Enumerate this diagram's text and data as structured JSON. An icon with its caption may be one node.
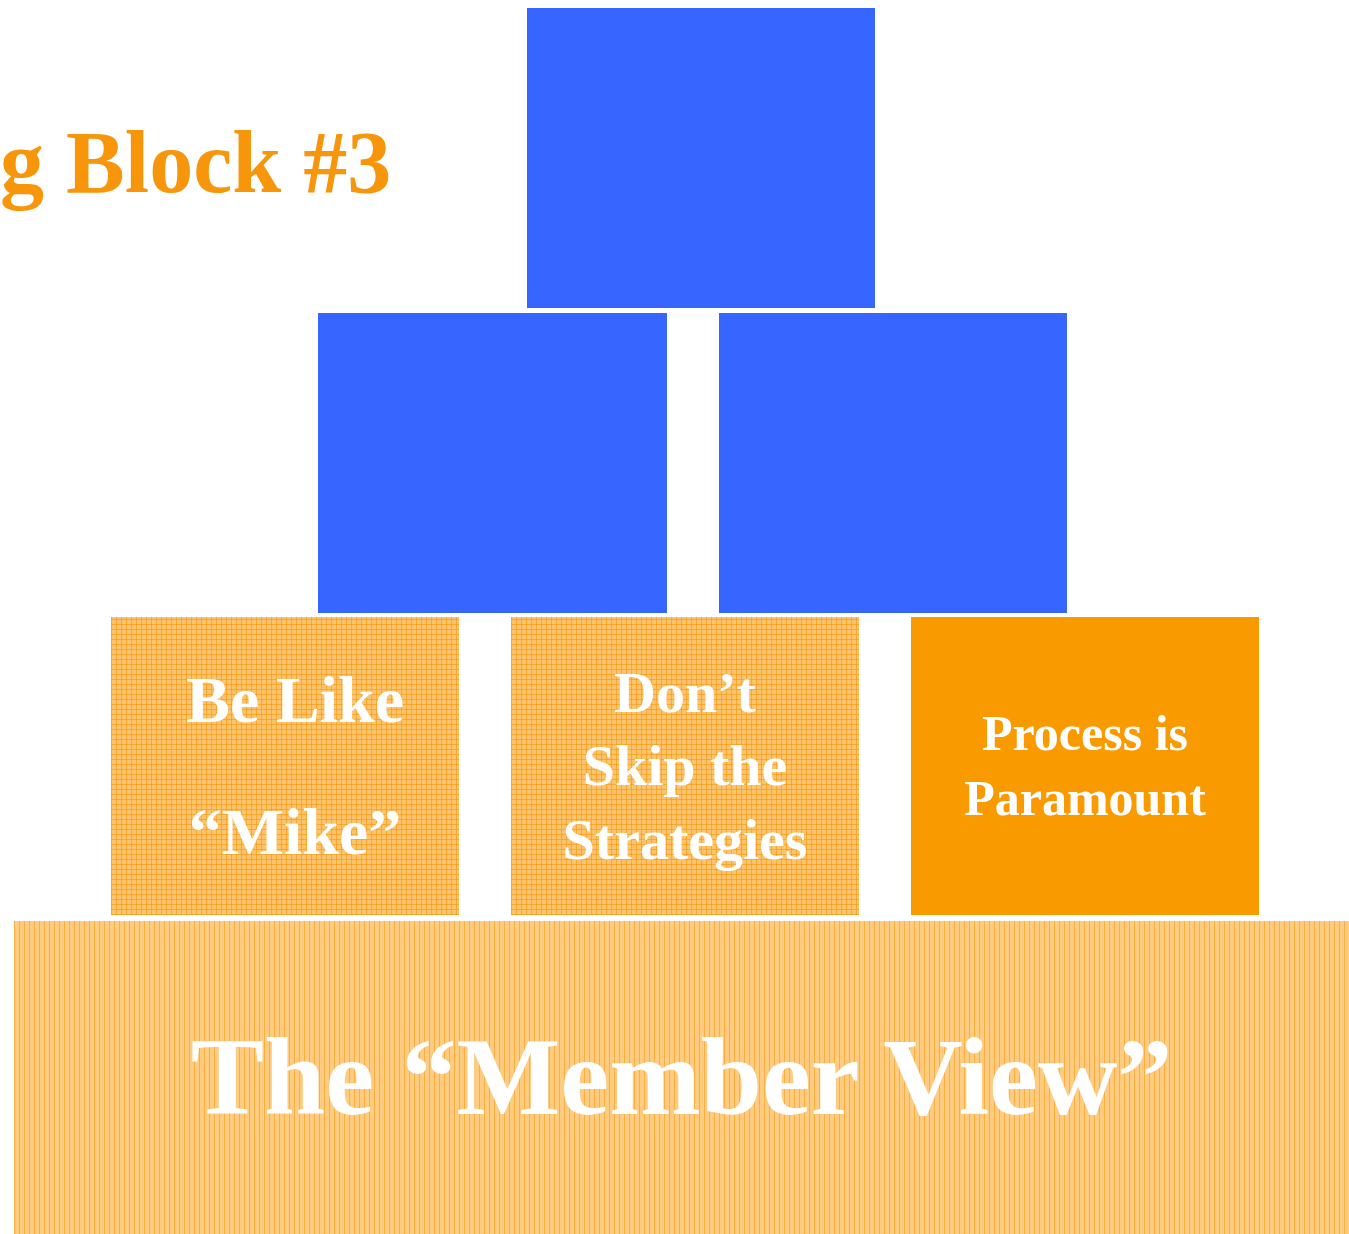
{
  "diagram": {
    "title": "g Block #3",
    "nodes": [
      {
        "text": [],
        "shape": "box"
      },
      {
        "text": [],
        "shape": "box"
      },
      {
        "text": [],
        "shape": "box"
      },
      {
        "text": [
          "Be Like “Mike”"
        ]
      },
      {
        "text": [
          "Don’t Skip the Strategies"
        ]
      },
      {
        "text": [
          "Process is Paramount"
        ]
      },
      {
        "text": [
          "The “Member View”"
        ]
      }
    ],
    "edges": []
  }
}
